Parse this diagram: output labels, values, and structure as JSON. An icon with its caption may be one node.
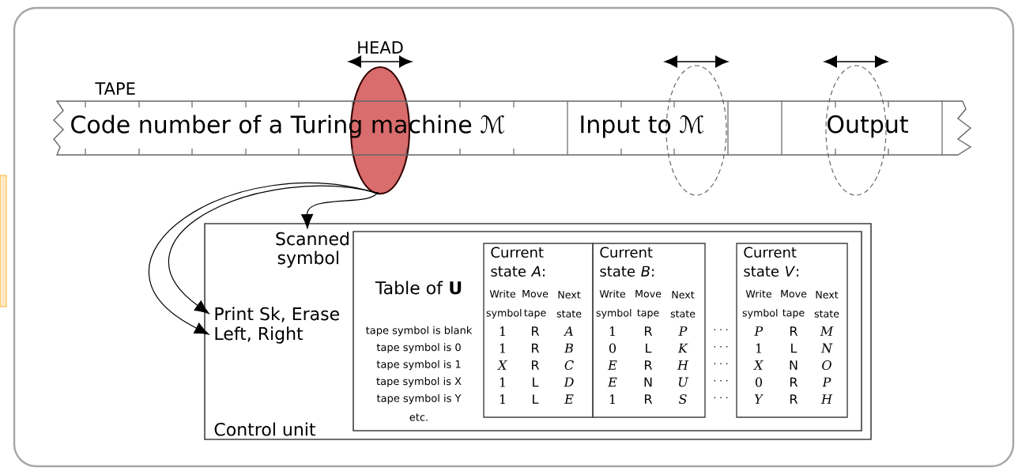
{
  "diagram": {
    "nodes": [
      {
        "text": [
          "Code number of a Turing machine ℳ",
          "Input to ℳ",
          "Output"
        ],
        "beside": [
          "TAPE"
        ]
      },
      {
        "text": [],
        "shape": "ellipse",
        "beside": [
          "HEAD"
        ]
      },
      {
        "text": [
          "Control unit"
        ]
      },
      {
        "text": [
          "Scanned symbol"
        ],
        "in": 2
      },
      {
        "text": [
          "Print Sk, Erase"
        ],
        "in": 2
      },
      {
        "text": [
          "Left, Right"
        ],
        "in": 2
      },
      {
        "text": [
          "Table of **U**"
        ],
        "in": 2
      },
      {
        "text": [
          "Current state *A*:"
        ],
        "in": 6
      },
      {
        "text": [
          "Current state *B*:"
        ],
        "in": 6
      },
      {
        "text": [
          "Current state *V*:"
        ],
        "in": 6
      }
    ],
    "edges": [
      {
        "from": 1,
        "to": 3,
        "arrow": "to"
      },
      {
        "from": 1,
        "to": 4,
        "arrow": "to"
      },
      {
        "from": 1,
        "to": 5,
        "arrow": "to"
      }
    ],
    "labels": [
      "Write symbol",
      "Move tape",
      "Next state",
      "Write symbol",
      "Move tape",
      "Next state",
      "Write symbol",
      "Move tape",
      "Next state",
      "tape symbol is blank",
      "1",
      "R",
      "A",
      "1",
      "R",
      "P",
      "· · ·",
      "*P*",
      "R",
      "M",
      "tape symbol is 0",
      "1",
      "R",
      "B",
      "0",
      "L",
      "K",
      "· · ·",
      "1",
      "L",
      "N",
      "tape symbol is 1",
      "*X*",
      "R",
      "C",
      "*E*",
      "R",
      "H",
      "· · ·",
      "*X*",
      "N",
      "O",
      "tape symbol is X",
      "1",
      "L",
      "D",
      "*E*",
      "N",
      "U",
      "· · ·",
      "0",
      "R",
      "P",
      "tape symbol is Y",
      "1",
      "L",
      "E",
      "1",
      "R",
      "S",
      "· · ·",
      "*Y*",
      "R",
      "H",
      "etc."
    ]
  }
}
